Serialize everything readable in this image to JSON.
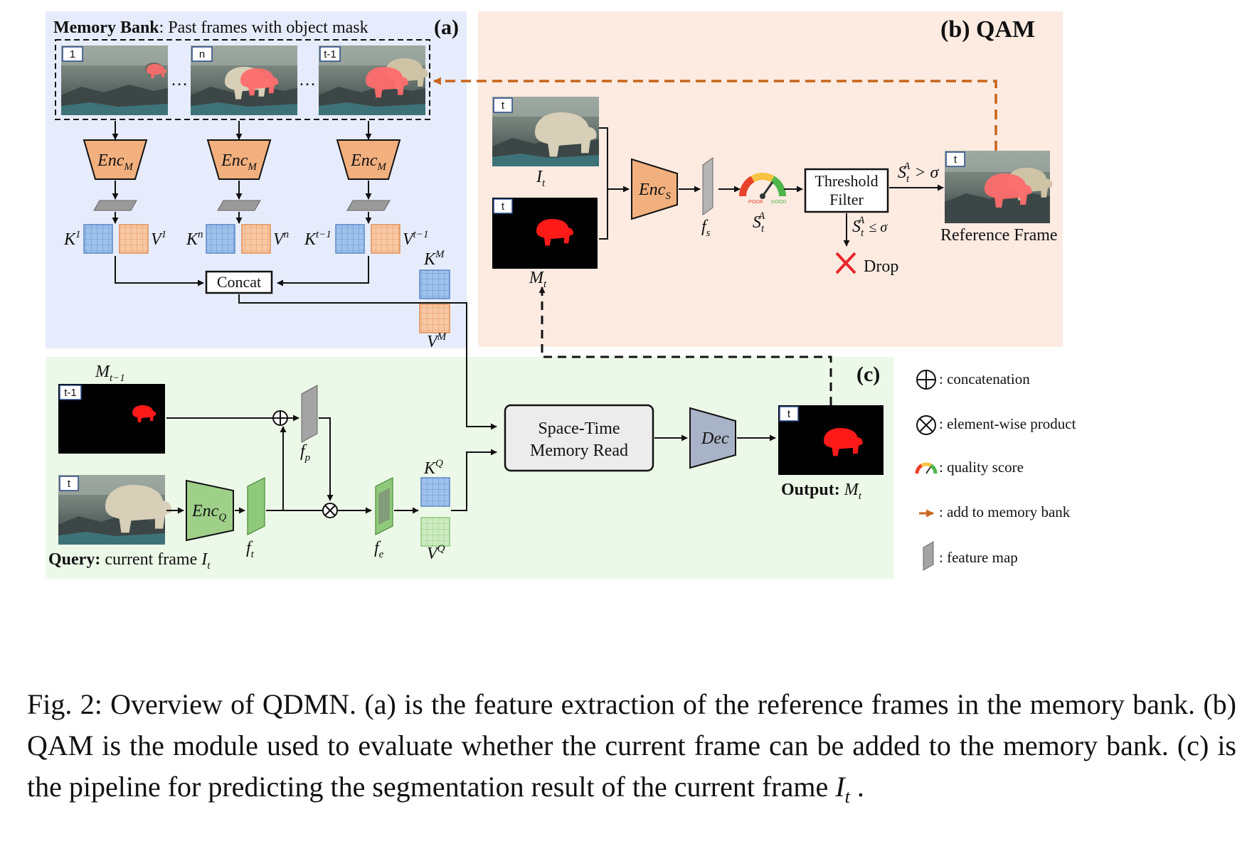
{
  "panels": {
    "a": {
      "tag": "(a)",
      "memory_bank_title": "Memory Bank",
      "memory_bank_desc": ": Past frames with object mask",
      "frames": [
        {
          "index": "1",
          "key": "1",
          "value": "1"
        },
        {
          "index": "n",
          "key": "n",
          "value": "n"
        },
        {
          "index": "t-1",
          "key": "t−1",
          "value": "t−1"
        }
      ],
      "ellipsis": "…",
      "encoder_base": "Enc",
      "encoder_sub": "M",
      "key_letter": "K",
      "value_letter": "V",
      "concat_label": "Concat",
      "memory_key_sup": "M",
      "memory_value_sup": "M"
    },
    "b": {
      "tag": "(b) QAM",
      "frame_index": "t",
      "image_label": "I",
      "image_sub": "t",
      "mask_label": "M",
      "mask_sub": "t",
      "encoder_base": "Enc",
      "encoder_sub": "S",
      "feature_base": "f",
      "feature_sub": "s",
      "gauge_poor": "POOR",
      "gauge_good": "GOOD",
      "score_base": "S",
      "score_sub": "t",
      "score_sup": "A",
      "threshold_line1": "Threshold",
      "threshold_line2": "Filter",
      "pass_condition": "> σ",
      "drop_condition": "≤ σ",
      "drop_label": "Drop",
      "reference_label": "Reference Frame"
    },
    "c": {
      "tag": "(c)",
      "prev_mask_base": "M",
      "prev_mask_sub": "t−1",
      "prev_index": "t-1",
      "query_index": "t",
      "query_label_bold": "Query:",
      "query_label_rest": "current frame",
      "query_image_base": "I",
      "query_image_sub": "t",
      "encoder_base": "Enc",
      "encoder_sub": "Q",
      "ft_base": "f",
      "ft_sub": "t",
      "fp_base": "f",
      "fp_sub": "p",
      "fe_base": "f",
      "fe_sub": "e",
      "query_key_sup": "Q",
      "query_value_sup": "Q",
      "read_line1": "Space-Time",
      "read_line2": "Memory Read",
      "decoder_label": "Dec",
      "output_index": "t",
      "output_bold": "Output:",
      "output_base": "M",
      "output_sub": "t"
    }
  },
  "legend": [
    {
      "icon": "concat-icon",
      "label": ": concatenation"
    },
    {
      "icon": "product-icon",
      "label": ": element-wise product"
    },
    {
      "icon": "gauge-icon",
      "label": ": quality score"
    },
    {
      "icon": "orange-dashed-arrow-icon",
      "label": ": add to memory bank"
    },
    {
      "icon": "feature-map-icon",
      "label": ": feature map"
    }
  ],
  "caption": {
    "text": "Fig. 2: Overview of QDMN. (a) is the feature extraction of the reference frames in the memory bank. (b) QAM is the module used to evaluate whether the current frame can be added to the memory bank. (c) is the pipeline for predicting the segmentation result of the current frame",
    "symbol_base": "I",
    "symbol_sub": "t",
    "end": " ."
  },
  "colors": {
    "panel_a_bg": "#e6ecfb",
    "panel_b_bg": "#fdebe2",
    "panel_c_bg": "#edf9e8",
    "encoder_orange": "#f2b07e",
    "encoder_green": "#9fd08a",
    "decoder_gray": "#a9b3c8",
    "key_blue": "#9ec2ec",
    "value_orange": "#f8c8a3",
    "mask_red": "#ff1a1a",
    "orange_arrow": "#c8651b",
    "drop_red": "#e8262b"
  }
}
